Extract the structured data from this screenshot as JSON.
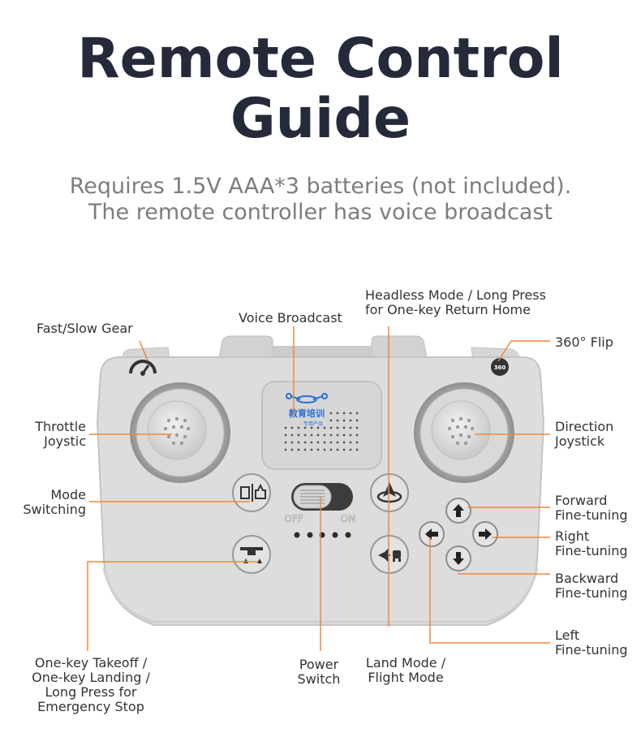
{
  "title_line1": "Remote Control",
  "title_line2": "Guide",
  "subtitle_line1": "Requires 1.5V AAA*3 batteries (not included).",
  "subtitle_line2": "The remote controller has voice broadcast",
  "colors": {
    "leader": "#f0883c",
    "title": "#252a3a",
    "subtitle": "#7d7d7d",
    "body": "#dcdcdc",
    "body_dark": "#c8c8c8"
  },
  "labels": {
    "fast_slow_gear": "Fast/Slow Gear",
    "voice_broadcast": "Voice Broadcast",
    "headless_1": "Headless Mode / Long Press",
    "headless_2": "for One-key Return Home",
    "flip_360": "360° Flip",
    "throttle_1": "Throttle",
    "throttle_2": "Joystic",
    "direction_1": "Direction",
    "direction_2": "Joystick",
    "mode_1": "Mode",
    "mode_2": "Switching",
    "forward_1": "Forward",
    "forward_2": "Fine-tuning",
    "right_1": "Right",
    "right_2": "Fine-tuning",
    "backward_1": "Backward",
    "backward_2": "Fine-tuning",
    "left_1": "Left",
    "left_2": "Fine-tuning",
    "takeoff_1": "One-key Takeoff /",
    "takeoff_2": "One-key Landing /",
    "takeoff_3": "Long Press for",
    "takeoff_4": "Emergency Stop",
    "power_1": "Power",
    "power_2": "Switch",
    "land_1": "Land Mode /",
    "land_2": "Flight Mode"
  },
  "device": {
    "switch_off": "OFF",
    "switch_on": "ON",
    "speaker_logo": "教育培训",
    "speaker_logo_sub": "· 专用产品",
    "flip_badge": "360"
  },
  "icons": {
    "speed": "speedometer-icon",
    "flip": "flip-360-icon",
    "mode": "mode-switch-icon",
    "headless": "headless-return-icon",
    "takeoff": "takeoff-landing-icon",
    "land": "land-flight-mode-icon",
    "up": "arrow-up-icon",
    "down": "arrow-down-icon",
    "left": "arrow-left-icon",
    "right": "arrow-right-icon"
  }
}
